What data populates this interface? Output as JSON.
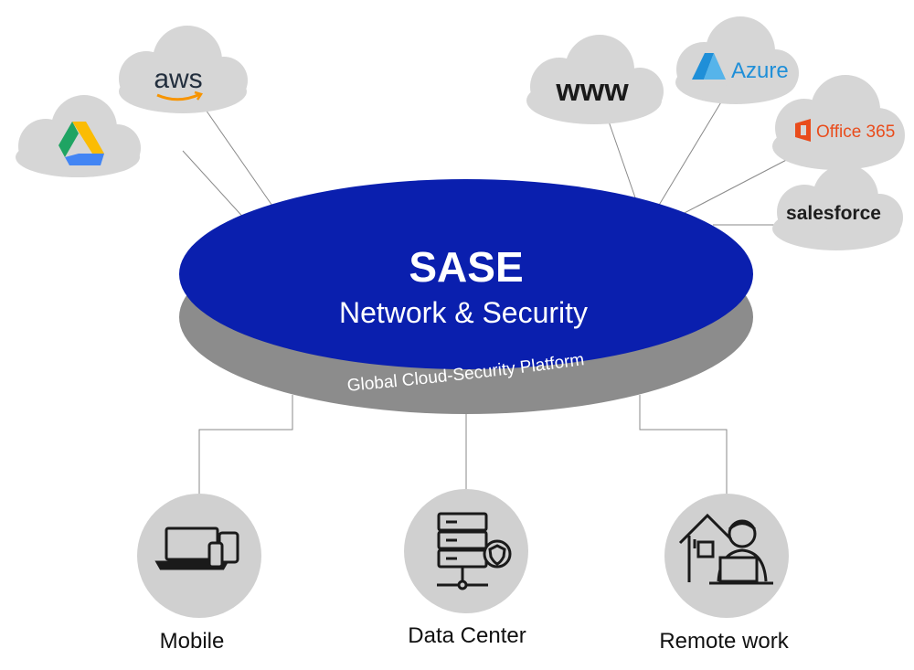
{
  "core": {
    "title": "SASE",
    "subtitle": "Network & Security",
    "platform": "Global Cloud-Security Platform",
    "disc_color": "#0a1fae",
    "base_color": "#8c8c8c"
  },
  "clouds": {
    "google_drive": {
      "icon": "google-drive-icon"
    },
    "aws": {
      "label": "aws"
    },
    "www": {
      "label": "www"
    },
    "azure": {
      "label": "Azure"
    },
    "office365": {
      "label": "Office 365"
    },
    "salesforce": {
      "label": "salesforce"
    }
  },
  "endpoints": {
    "mobile": {
      "label": "Mobile",
      "icon": "devices-icon"
    },
    "datacenter": {
      "label": "Data Center",
      "icon": "server-shield-icon"
    },
    "remote": {
      "label": "Remote work",
      "icon": "home-worker-icon"
    }
  },
  "colors": {
    "cloud": "#d6d6d6",
    "endpoint_circle": "#d0d0d0",
    "aws_orange": "#f79400",
    "azure_blue": "#1f8fd8",
    "office_red": "#e94c1c"
  }
}
